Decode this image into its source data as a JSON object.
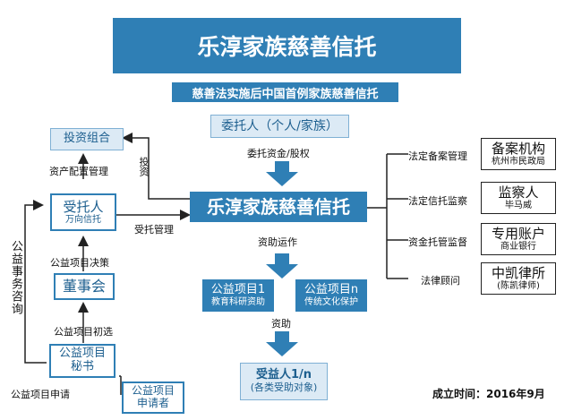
{
  "title": "乐淳家族慈善信托",
  "subtitle": "慈善法实施后中国首例家族慈善信托",
  "settlor": "委托人（个人/家族）",
  "label_funds": "委托资金/股权",
  "center": "乐淳家族慈善信托",
  "label_operation": "资助运作",
  "project1": {
    "name": "公益项目1",
    "sub": "教育科研资助"
  },
  "projectn": {
    "name": "公益项目n",
    "sub": "传统文化保护"
  },
  "label_grant": "资助",
  "beneficiary": {
    "name": "受益人1/n",
    "sub": "(各类受助对象)"
  },
  "right": [
    {
      "label": "法定备案管理",
      "name": "备案机构",
      "sub": "杭州市民政局"
    },
    {
      "label": "法定信托监察",
      "name": "监察人",
      "sub": "毕马威"
    },
    {
      "label": "资金托管监督",
      "name": "专用账户",
      "sub": "商业银行"
    },
    {
      "label": "法律顾问",
      "name": "中凯律所",
      "sub": "(陈凯律师)"
    }
  ],
  "left": {
    "portfolio": "投资组合",
    "asset_mgmt": "资产配置管理",
    "invest": "投资",
    "trustee": {
      "name": "受托人",
      "sub": "万向信托"
    },
    "trustee_mgmt": "受托管理",
    "decision": "公益项目决策",
    "board": "董事会",
    "preselect": "公益项目初选",
    "secretary": {
      "line1": "公益项目",
      "line2": "秘书"
    },
    "consult": "公益事务咨询",
    "apply_label": "公益项目申请",
    "applicant": {
      "line1": "公益项目",
      "line2": "申请者"
    }
  },
  "footer": "成立时间：2016年9月",
  "colors": {
    "primary": "#2f7fb5",
    "light": "#dceaf5"
  }
}
